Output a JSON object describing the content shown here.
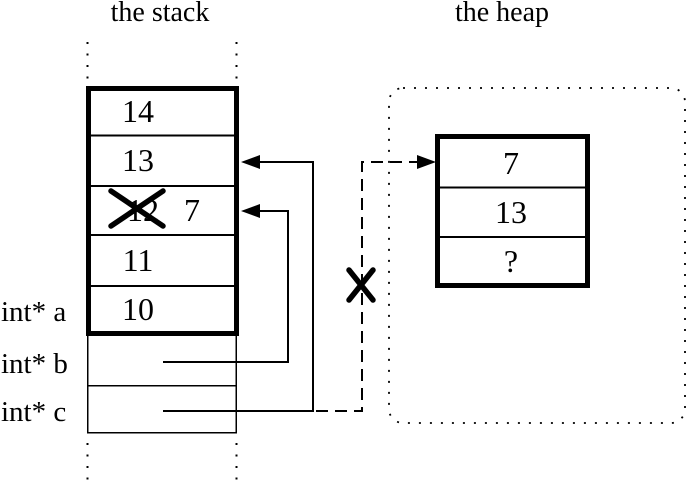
{
  "titles": {
    "stack": "the stack",
    "heap": "the heap"
  },
  "stack": {
    "frame_cells": [
      {
        "value": "14"
      },
      {
        "value": "13"
      },
      {
        "old_value": "12",
        "new_value": "7",
        "crossed_out": true
      },
      {
        "value": "11"
      },
      {
        "value": "10"
      }
    ],
    "variables": [
      {
        "label": "int* a"
      },
      {
        "label": "int* b"
      },
      {
        "label": "int* c"
      }
    ]
  },
  "heap": {
    "block_cells": [
      {
        "value": "7"
      },
      {
        "value": "13"
      },
      {
        "value": "?"
      }
    ]
  },
  "arrows": {
    "b_to_stack": {
      "style": "solid",
      "target": "stack cell 12 (now 7)"
    },
    "c_to_stack": {
      "style": "solid",
      "target": "stack cell 13"
    },
    "dangling_to_heap": {
      "style": "dashed",
      "target": "heap cell 7",
      "crossed_out": true
    }
  },
  "colors": {
    "ink": "#000000",
    "background": "#ffffff"
  }
}
